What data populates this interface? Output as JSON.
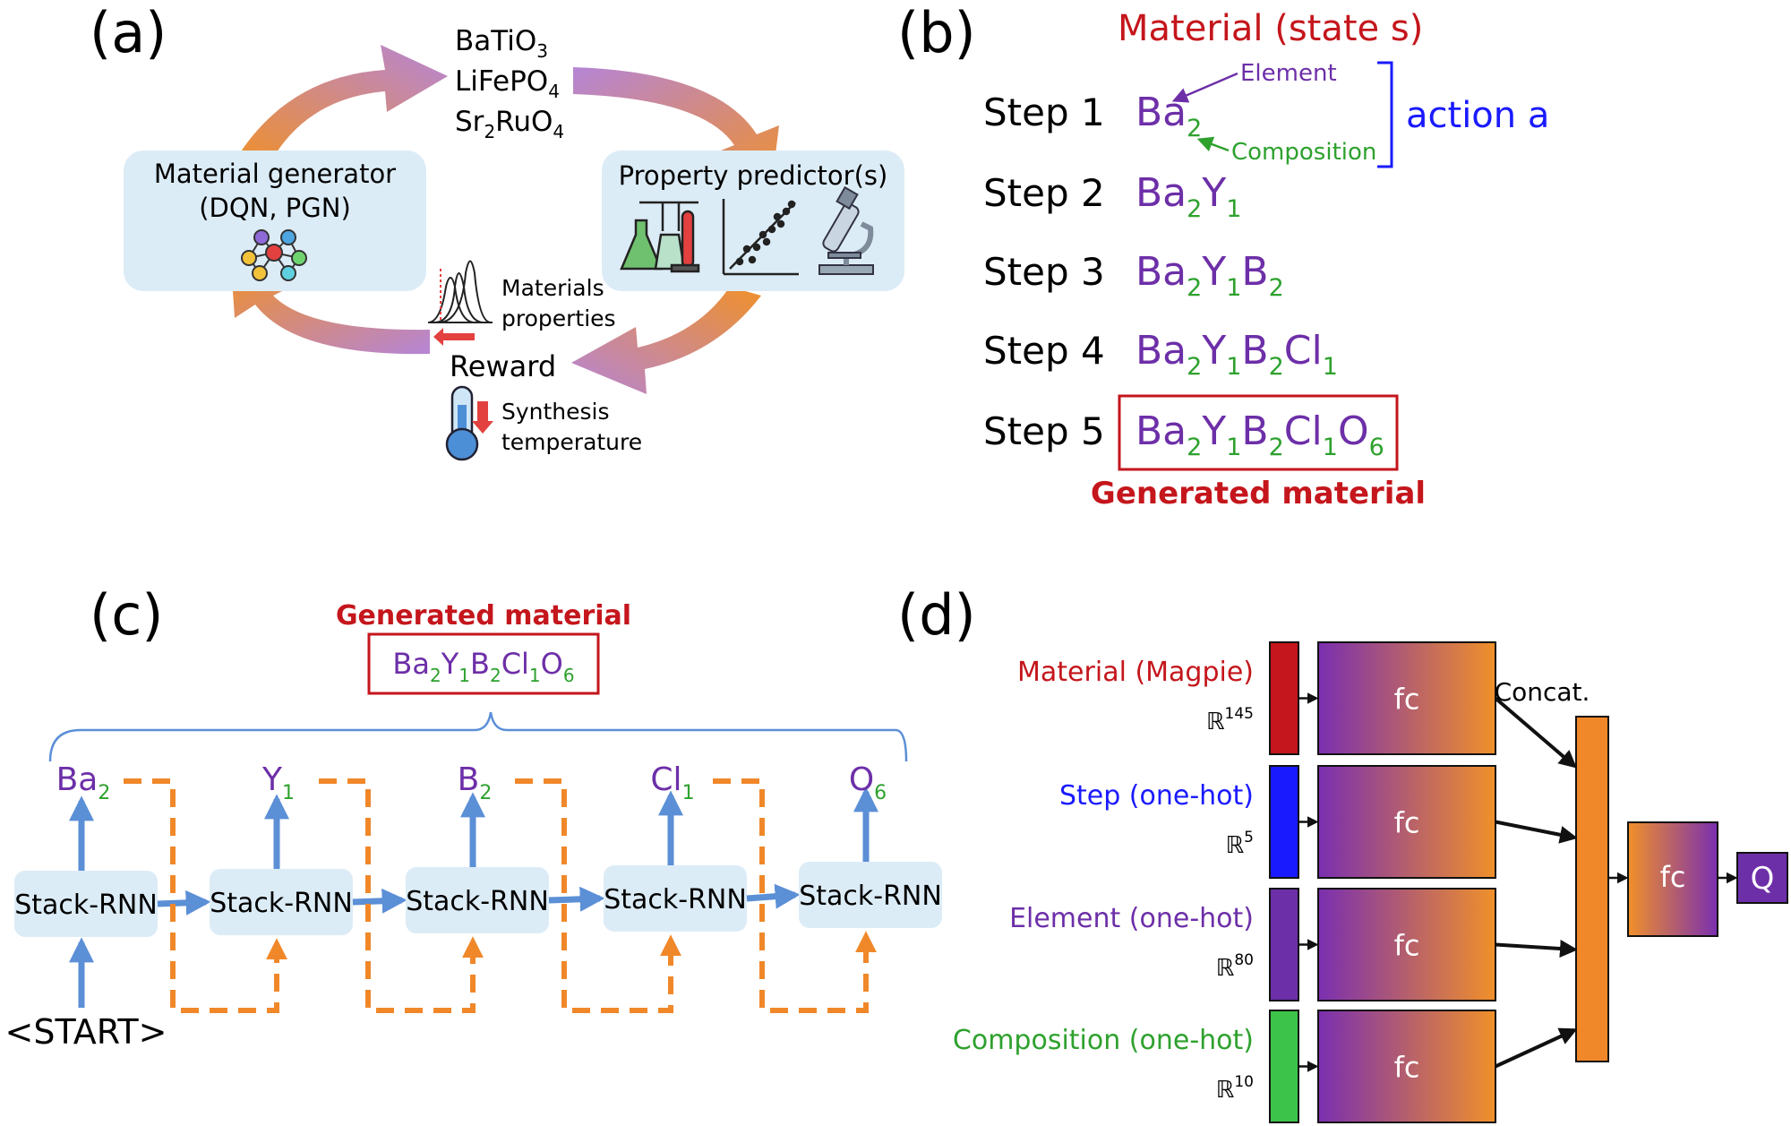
{
  "colors": {
    "red": "#c4161c",
    "purple": "#6d2fa8",
    "green": "#2ea12e",
    "blue": "#1a1aff",
    "orange": "#f0882a",
    "steel": "#5b8fd6",
    "boxfill": "#dcecf7"
  },
  "panel_a": {
    "label": "(a)",
    "formulas": [
      {
        "base": "BaTiO",
        "sub": "3",
        "rest": ""
      },
      {
        "base": "LiFePO",
        "sub": "4",
        "rest": ""
      },
      {
        "base": "Sr",
        "sub": "2",
        "rest": "RuO",
        "sub2": "4"
      }
    ],
    "generator_title": "Material generator",
    "generator_sub": "(DQN, PGN)",
    "predictor_title": "Property predictor(s)",
    "materials_props_1": "Materials",
    "materials_props_2": "properties",
    "reward": "Reward",
    "synthesis_1": "Synthesis",
    "synthesis_2": "temperature",
    "icons": [
      "neural-network-icon",
      "lab-flask-icon",
      "scatter-plot-icon",
      "microscope-icon",
      "distribution-curves-icon",
      "thermometer-icon"
    ]
  },
  "panel_b": {
    "label": "(b)",
    "state_title": "Material (state s)",
    "element_label": "Element",
    "composition_label": "Composition",
    "action_label": "action a",
    "steps": [
      "Step 1",
      "Step 2",
      "Step 3",
      "Step 4",
      "Step 5"
    ],
    "formula_rows": [
      [
        [
          "Ba",
          "2"
        ]
      ],
      [
        [
          "Ba",
          "2"
        ],
        [
          "Y",
          "1"
        ]
      ],
      [
        [
          "Ba",
          "2"
        ],
        [
          "Y",
          "1"
        ],
        [
          "B",
          "2"
        ]
      ],
      [
        [
          "Ba",
          "2"
        ],
        [
          "Y",
          "1"
        ],
        [
          "B",
          "2"
        ],
        [
          "Cl",
          "1"
        ]
      ],
      [
        [
          "Ba",
          "2"
        ],
        [
          "Y",
          "1"
        ],
        [
          "B",
          "2"
        ],
        [
          "Cl",
          "1"
        ],
        [
          "O",
          "6"
        ]
      ]
    ],
    "generated_label": "Generated material"
  },
  "panel_c": {
    "label": "(c)",
    "generated_label": "Generated material",
    "formula": [
      [
        "Ba",
        "2"
      ],
      [
        "Y",
        "1"
      ],
      [
        "B",
        "2"
      ],
      [
        "Cl",
        "1"
      ],
      [
        "O",
        "6"
      ]
    ],
    "outputs": [
      [
        "Ba",
        "2"
      ],
      [
        "Y",
        "1"
      ],
      [
        "B",
        "2"
      ],
      [
        "Cl",
        "1"
      ],
      [
        "O",
        "6"
      ]
    ],
    "cell_label": "Stack-RNN",
    "start_token": "<START>"
  },
  "panel_d": {
    "label": "(d)",
    "inputs": [
      {
        "name": "Material (Magpie)",
        "dim": "145",
        "color": "#c4161c",
        "text_color": "#c4161c"
      },
      {
        "name": "Step (one-hot)",
        "dim": "5",
        "color": "#1a1aff",
        "text_color": "#1a1aff"
      },
      {
        "name": "Element (one-hot)",
        "dim": "80",
        "color": "#6d2fa8",
        "text_color": "#6d2fa8"
      },
      {
        "name": "Composition (one-hot)",
        "dim": "10",
        "color": "#3cc44a",
        "text_color": "#2ea12e"
      }
    ],
    "real_symbol": "ℝ",
    "fc_label": "fc",
    "concat_label": "Concat.",
    "q_label": "Q"
  }
}
